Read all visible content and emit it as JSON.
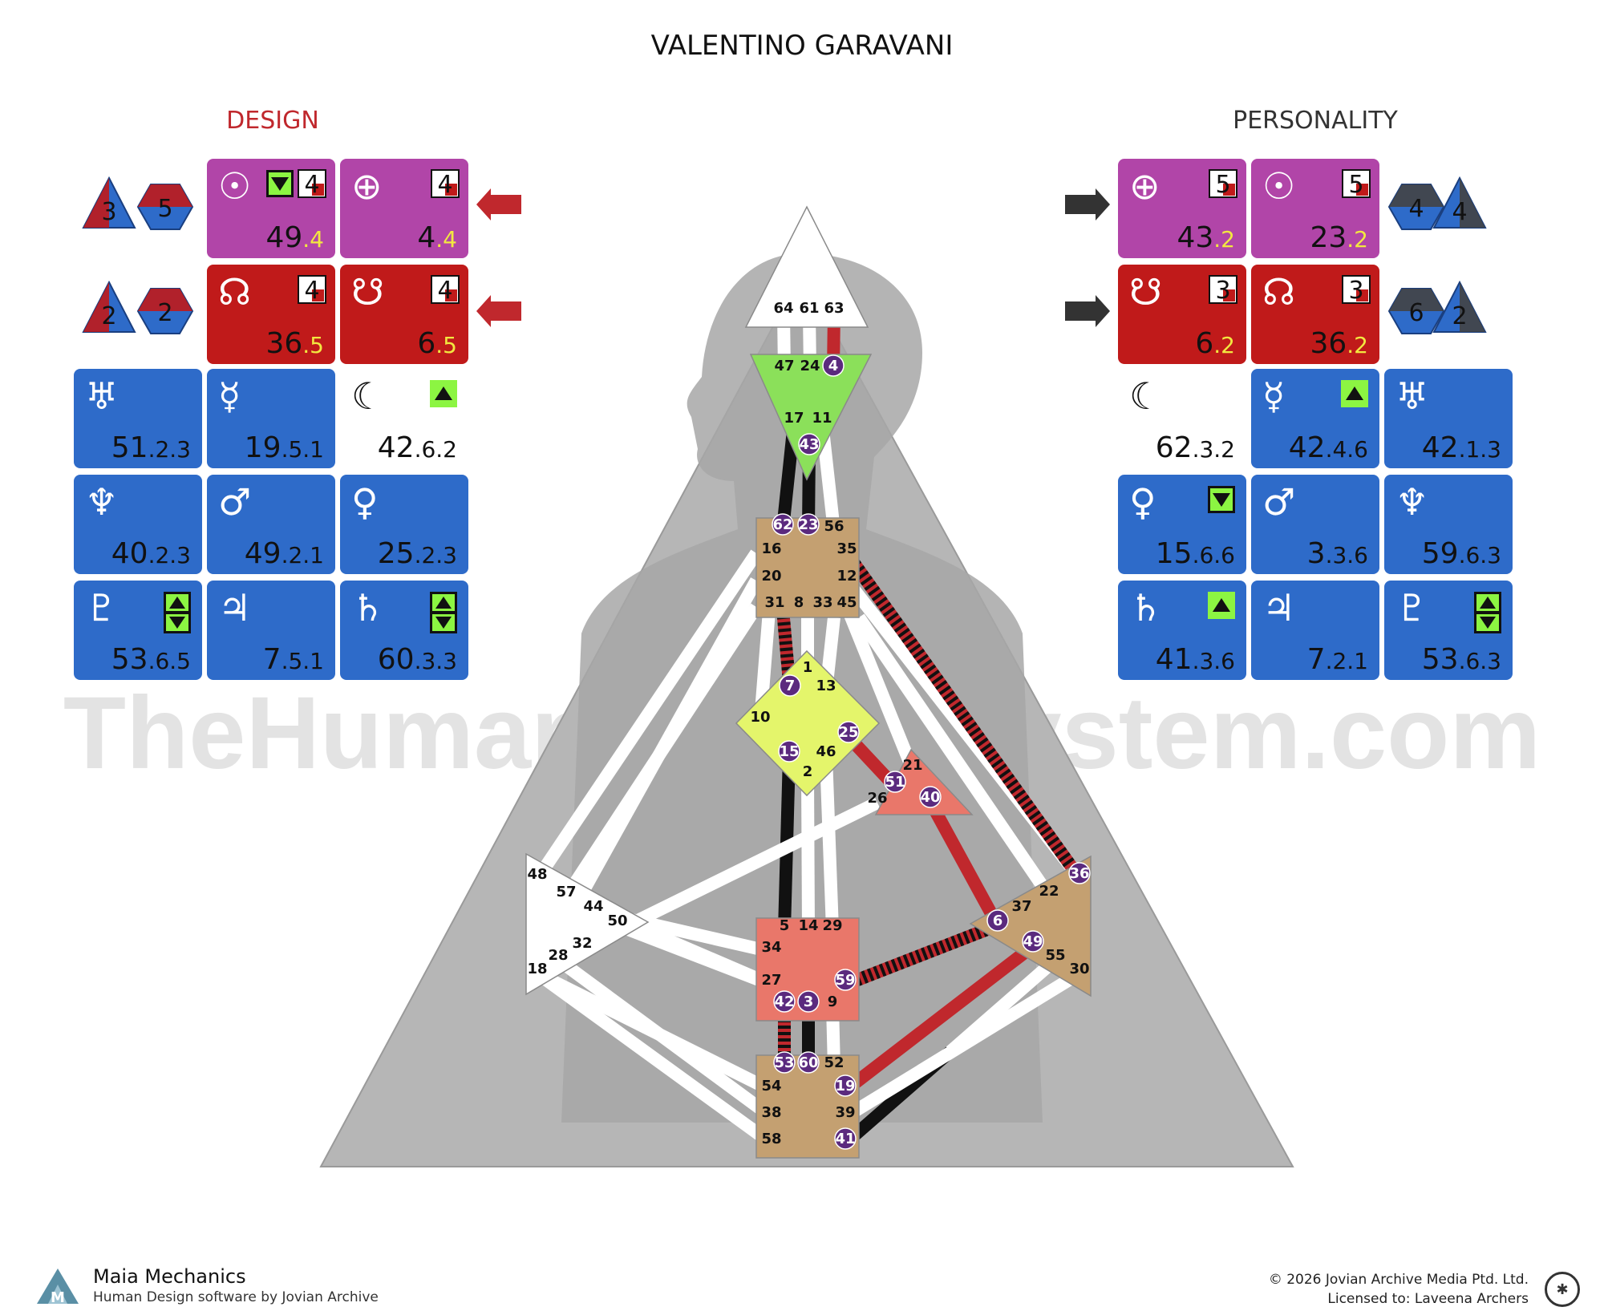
{
  "title": "VALENTINO GARAVANI",
  "watermark": "TheHumanDesignSystem.com",
  "design": {
    "header": "DESIGN",
    "top": [
      {
        "planet": "sun",
        "icon": "sun-icon",
        "sym": "☉",
        "gate": "49",
        "line": "4",
        "color": "#B145A8",
        "badge": "4",
        "fixing": "down"
      },
      {
        "planet": "earth",
        "icon": "earth-icon",
        "sym": "⊕",
        "gate": "4",
        "line": "4",
        "color": "#B145A8",
        "badge": "4"
      },
      {
        "planet": "north-node",
        "icon": "north-node-icon",
        "sym": "☊",
        "gate": "36",
        "line": "5",
        "color": "#C01A1A",
        "badge": "4"
      },
      {
        "planet": "south-node",
        "icon": "south-node-icon",
        "sym": "☋",
        "gate": "6",
        "line": "5",
        "color": "#C01A1A",
        "badge": "4"
      }
    ],
    "grid": [
      {
        "planet": "uranus",
        "icon": "uranus-icon",
        "sym": "♅",
        "gate": "51",
        "line": ".2.3",
        "color": "#2E6BC9"
      },
      {
        "planet": "mercury",
        "icon": "mercury-icon",
        "sym": "☿",
        "gate": "19",
        "line": ".5.1",
        "color": "#2E6BC9"
      },
      {
        "planet": "moon",
        "icon": "moon-icon",
        "sym": "☾",
        "gate": "42",
        "line": ".6.2",
        "color": "#FFFFFF",
        "fixing": "up"
      },
      {
        "planet": "neptune",
        "icon": "neptune-icon",
        "sym": "♆",
        "gate": "40",
        "line": ".2.3",
        "color": "#2E6BC9"
      },
      {
        "planet": "mars",
        "icon": "mars-icon",
        "sym": "♂",
        "gate": "49",
        "line": ".2.1",
        "color": "#2E6BC9"
      },
      {
        "planet": "venus",
        "icon": "venus-icon",
        "sym": "♀",
        "gate": "25",
        "line": ".2.3",
        "color": "#2E6BC9"
      },
      {
        "planet": "pluto",
        "icon": "pluto-icon",
        "sym": "♇",
        "gate": "53",
        "line": ".6.5",
        "color": "#2E6BC9",
        "fixing": "both"
      },
      {
        "planet": "jupiter",
        "icon": "jupiter-icon",
        "sym": "♃",
        "gate": "7",
        "line": ".5.1",
        "color": "#2E6BC9"
      },
      {
        "planet": "saturn",
        "icon": "saturn-icon",
        "sym": "♄",
        "gate": "60",
        "line": ".3.3",
        "color": "#2E6BC9",
        "fixing": "both"
      }
    ],
    "variables": [
      {
        "tri": "3",
        "hex": "5"
      },
      {
        "tri": "2",
        "hex": "2"
      }
    ]
  },
  "personality": {
    "header": "PERSONALITY",
    "top": [
      {
        "planet": "earth",
        "icon": "earth-icon",
        "sym": "⊕",
        "gate": "43",
        "line": "2",
        "color": "#B145A8",
        "badge": "5"
      },
      {
        "planet": "sun",
        "icon": "sun-icon",
        "sym": "☉",
        "gate": "23",
        "line": "2",
        "color": "#B145A8",
        "badge": "5"
      },
      {
        "planet": "south-node",
        "icon": "south-node-icon",
        "sym": "☋",
        "gate": "6",
        "line": "2",
        "color": "#C01A1A",
        "badge": "3"
      },
      {
        "planet": "north-node",
        "icon": "north-node-icon",
        "sym": "☊",
        "gate": "36",
        "line": "2",
        "color": "#C01A1A",
        "badge": "3"
      }
    ],
    "grid": [
      {
        "planet": "moon",
        "icon": "moon-icon",
        "sym": "☾",
        "gate": "62",
        "line": ".3.2",
        "color": "#FFFFFF"
      },
      {
        "planet": "mercury",
        "icon": "mercury-icon",
        "sym": "☿",
        "gate": "42",
        "line": ".4.6",
        "color": "#2E6BC9",
        "fixing": "up"
      },
      {
        "planet": "uranus",
        "icon": "uranus-icon",
        "sym": "♅",
        "gate": "42",
        "line": ".1.3",
        "color": "#2E6BC9"
      },
      {
        "planet": "venus",
        "icon": "venus-icon",
        "sym": "♀",
        "gate": "15",
        "line": ".6.6",
        "color": "#2E6BC9",
        "fixing": "down"
      },
      {
        "planet": "mars",
        "icon": "mars-icon",
        "sym": "♂",
        "gate": "3",
        "line": ".3.6",
        "color": "#2E6BC9"
      },
      {
        "planet": "neptune",
        "icon": "neptune-icon",
        "sym": "♆",
        "gate": "59",
        "line": ".6.3",
        "color": "#2E6BC9"
      },
      {
        "planet": "saturn",
        "icon": "saturn-icon",
        "sym": "♄",
        "gate": "41",
        "line": ".3.6",
        "color": "#2E6BC9",
        "fixing": "up"
      },
      {
        "planet": "jupiter",
        "icon": "jupiter-icon",
        "sym": "♃",
        "gate": "7",
        "line": ".2.1",
        "color": "#2E6BC9"
      },
      {
        "planet": "pluto",
        "icon": "pluto-icon",
        "sym": "♇",
        "gate": "53",
        "line": ".6.3",
        "color": "#2E6BC9",
        "fixing": "both"
      }
    ],
    "variables": [
      {
        "hex": "4",
        "tri": "4"
      },
      {
        "hex": "6",
        "tri": "2"
      }
    ]
  },
  "centers": [
    {
      "id": "head",
      "name": "head-center",
      "color": "#FFFFFF",
      "gates": [
        "64",
        "61",
        "63"
      ],
      "active": []
    },
    {
      "id": "ajna",
      "name": "ajna-center",
      "color": "#8BE05A",
      "gates": [
        "47",
        "24",
        "4",
        "17",
        "11",
        "43"
      ],
      "active": [
        "4",
        "43"
      ]
    },
    {
      "id": "throat",
      "name": "throat-center",
      "color": "#C4A071",
      "gates": [
        "62",
        "23",
        "56",
        "16",
        "35",
        "20",
        "12",
        "31",
        "8",
        "33",
        "45"
      ],
      "active": [
        "62",
        "23"
      ]
    },
    {
      "id": "g",
      "name": "g-center",
      "color": "#E4F56B",
      "gates": [
        "1",
        "7",
        "13",
        "10",
        "25",
        "15",
        "46",
        "2"
      ],
      "active": [
        "7",
        "25",
        "15"
      ]
    },
    {
      "id": "heart",
      "name": "heart-center",
      "color": "#E9776A",
      "gates": [
        "21",
        "51",
        "26",
        "40"
      ],
      "active": [
        "51",
        "40"
      ]
    },
    {
      "id": "spleen",
      "name": "spleen-center",
      "color": "#FFFFFF",
      "gates": [
        "48",
        "57",
        "44",
        "50",
        "32",
        "28",
        "18"
      ],
      "active": []
    },
    {
      "id": "sacral",
      "name": "sacral-center",
      "color": "#E9776A",
      "gates": [
        "5",
        "14",
        "29",
        "34",
        "27",
        "59",
        "42",
        "3",
        "9"
      ],
      "active": [
        "59",
        "42",
        "3"
      ]
    },
    {
      "id": "solar",
      "name": "solar-plexus-center",
      "color": "#C4A071",
      "gates": [
        "36",
        "22",
        "37",
        "6",
        "49",
        "55",
        "30"
      ],
      "active": [
        "36",
        "6",
        "49"
      ]
    },
    {
      "id": "root",
      "name": "root-center",
      "color": "#C4A071",
      "gates": [
        "53",
        "60",
        "52",
        "54",
        "19",
        "38",
        "39",
        "58",
        "41"
      ],
      "active": [
        "53",
        "60",
        "19",
        "41"
      ]
    }
  ],
  "footer": {
    "brand": "Maia Mechanics",
    "tagline": "Human Design software by Jovian Archive",
    "copyright": "© 2026 Jovian Archive Media Ptd. Ltd.",
    "license": "Licensed to: Laveena Archers"
  },
  "colors": {
    "design": "#C0282D",
    "personality": "#111111",
    "inactive": "#FFFFFF",
    "body": "#B6B6B6"
  }
}
